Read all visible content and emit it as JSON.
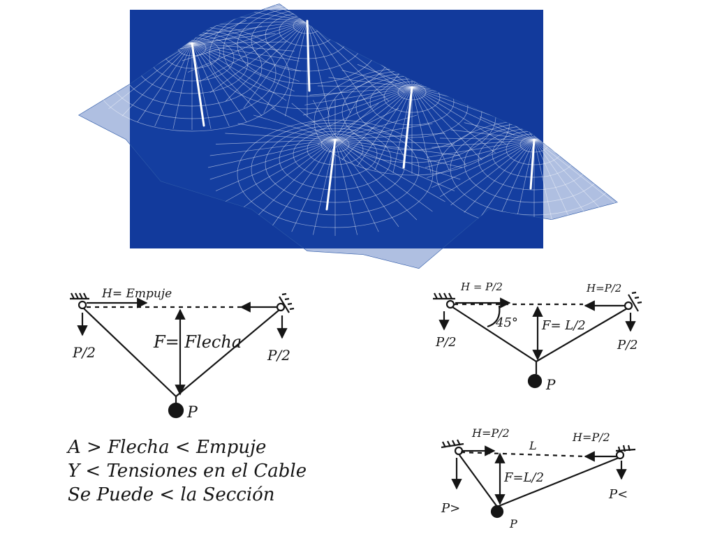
{
  "colors": {
    "panel": "#123a9c",
    "mesh": "#ffffff",
    "mesh_outside": "#2e5aa8",
    "ink": "#151515"
  },
  "diagram_left": {
    "thrust_label": "H= Empuje",
    "sag_label": "F= Flecha",
    "load_left": "P/2",
    "load_right": "P/2",
    "weight_label": "P"
  },
  "diagram_right_top": {
    "thrust_label_left": "H = P/2",
    "thrust_label_right": "H=P/2",
    "angle_label": "45°",
    "sag_label": "F= L/2",
    "load_left": "P/2",
    "load_right": "P/2",
    "weight_label": "P"
  },
  "diagram_right_bottom": {
    "thrust_label_left": "H=P/2",
    "thrust_label_right": "H=P/2",
    "span_label": "L",
    "sag_label": "F=L/2",
    "load_left": "P>",
    "load_right": "P<",
    "weight_label": "P"
  },
  "notes": [
    "A > Flecha < Empuje",
    "Y < Tensiones en el Cable",
    "Se Puede < la Sección"
  ]
}
